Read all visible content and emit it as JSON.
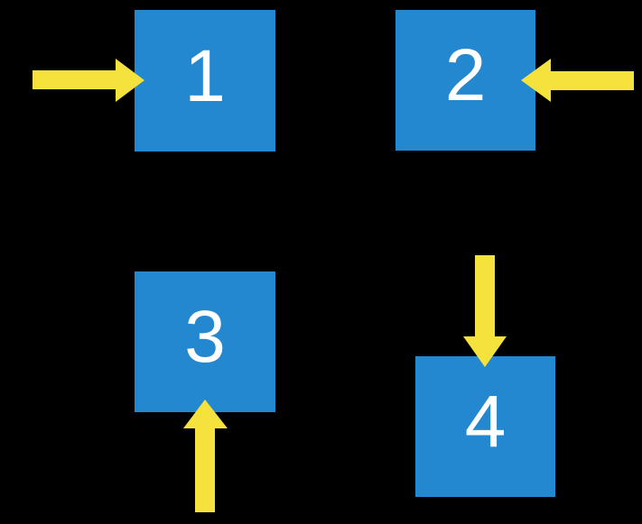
{
  "colors": {
    "background": "#000000",
    "box": "#2488D0",
    "arrow": "#F5E23C",
    "label": "#FFFFFF"
  },
  "boxes": [
    {
      "label": "1"
    },
    {
      "label": "2"
    },
    {
      "label": "3"
    },
    {
      "label": "4"
    }
  ],
  "arrows": [
    {
      "icon": "arrow-right-icon",
      "direction": "right",
      "points_at_box": "1"
    },
    {
      "icon": "arrow-left-icon",
      "direction": "left",
      "points_at_box": "2"
    },
    {
      "icon": "arrow-up-icon",
      "direction": "up",
      "points_at_box": "3"
    },
    {
      "icon": "arrow-down-icon",
      "direction": "down",
      "points_at_box": "4"
    }
  ]
}
